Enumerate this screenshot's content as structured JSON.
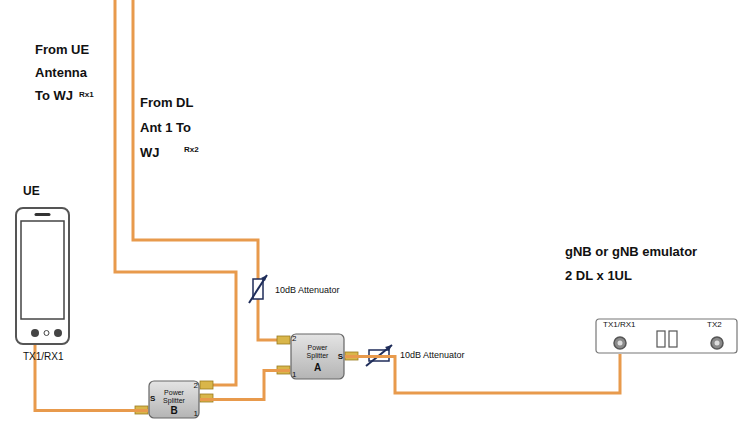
{
  "diagram": {
    "nodes": [
      {
        "text": [
          "UE",
          "TX1/RX1"
        ]
      },
      {
        "text": [
          "Power Splitter",
          "B",
          "S",
          "2",
          "1"
        ]
      },
      {
        "text": [
          "Power Splitter",
          "A",
          "2",
          "1",
          "S"
        ]
      },
      {
        "text": [
          "gNB or gNB emulator",
          "2 DL x 1UL",
          "TX1/RX1",
          "TX2"
        ]
      }
    ],
    "edges": [
      {
        "from": 0,
        "to": 1,
        "arrow": "none"
      },
      {
        "from": 1,
        "to": 2,
        "arrow": "none"
      },
      {
        "from": 2,
        "to": 3,
        "arrow": "none"
      }
    ],
    "labels": [
      "From UE Antenna To WJ",
      "Rx1",
      "From DL Ant 1 To WJ",
      "Rx2",
      "10dB Attenuator",
      "10dB Attenuator"
    ]
  }
}
